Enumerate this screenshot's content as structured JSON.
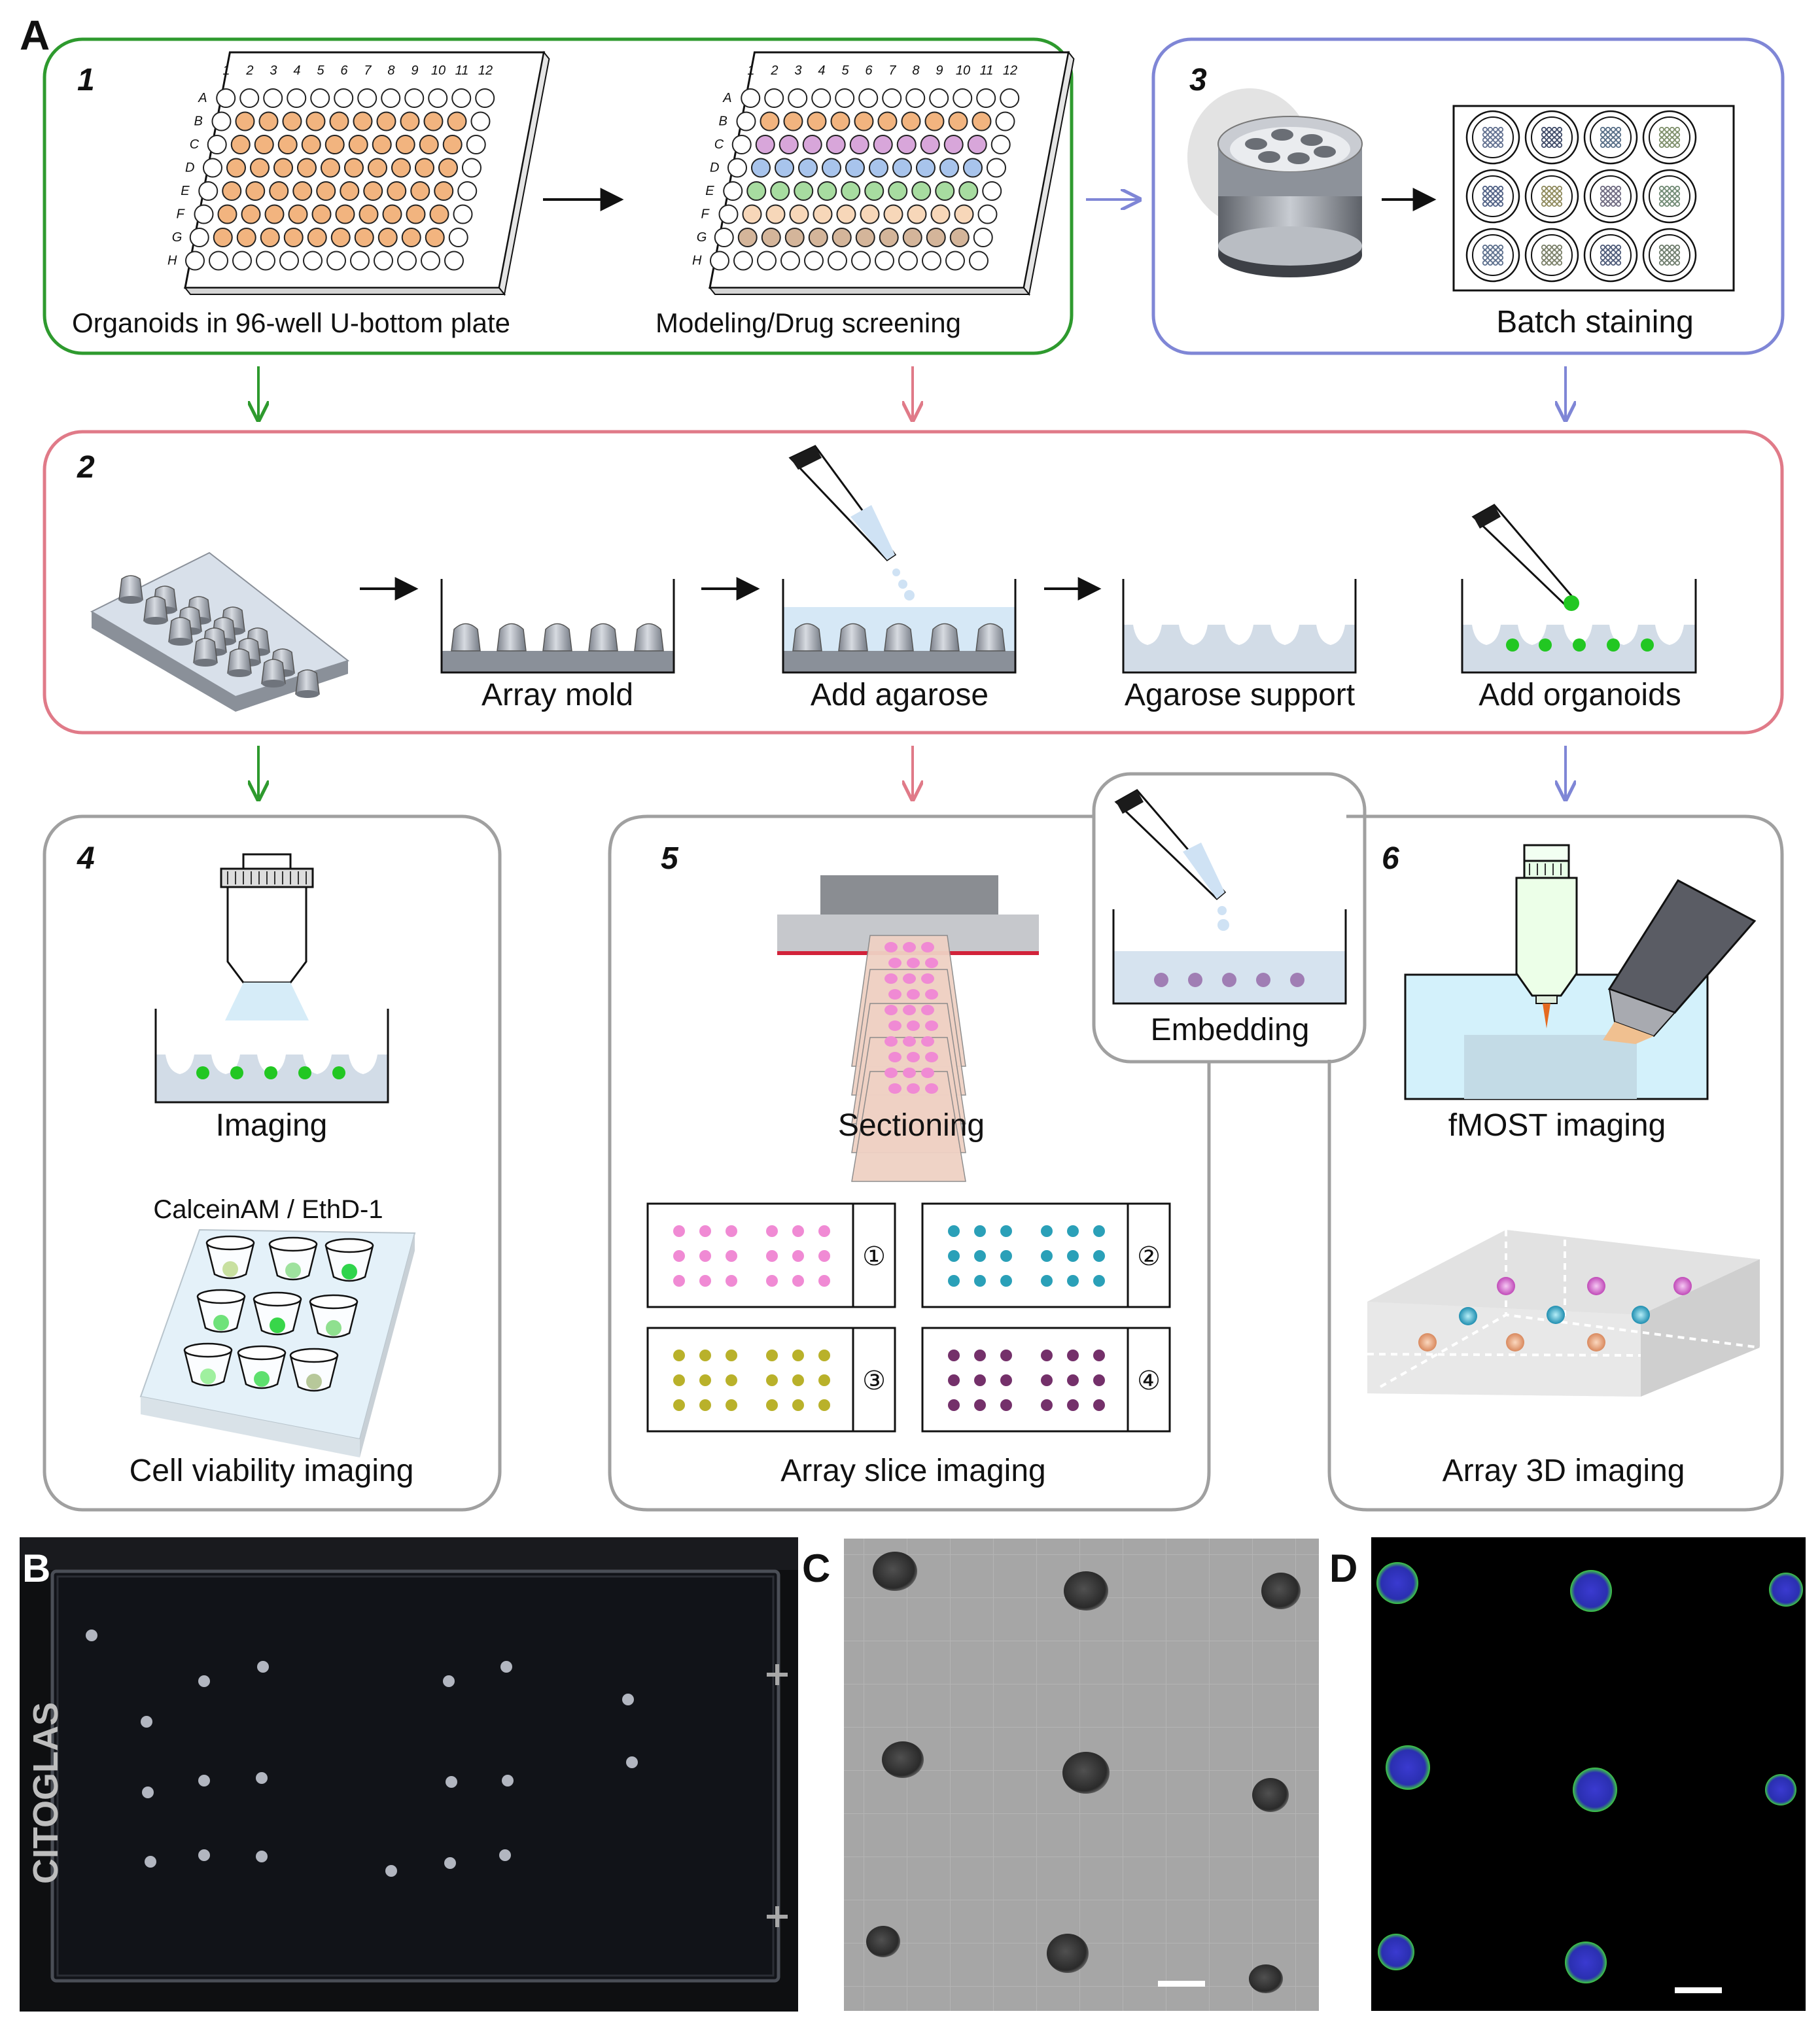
{
  "panel_labels": {
    "a": "A",
    "b": "B",
    "c": "C",
    "d": "D"
  },
  "plate_columns": [
    "1",
    "2",
    "3",
    "4",
    "5",
    "6",
    "7",
    "8",
    "9",
    "10",
    "11",
    "12"
  ],
  "plate_rows": [
    "A",
    "B",
    "C",
    "D",
    "E",
    "F",
    "G",
    "H"
  ],
  "box1": {
    "number": "1",
    "caption_left": "Organoids in 96-well U-bottom plate",
    "caption_right": "Modeling/Drug screening"
  },
  "box3": {
    "number": "3",
    "caption": "Batch staining"
  },
  "box2": {
    "number": "2",
    "step1": "Array mold",
    "step2": "Add agarose",
    "step3": "Agarose support",
    "step4": "Add organoids"
  },
  "box4": {
    "number": "4",
    "label_imaging": "Imaging",
    "stain_label": "CalceinAM / EthD-1",
    "caption": "Cell viability imaging"
  },
  "box5": {
    "number": "5",
    "label_sectioning": "Sectioning",
    "caption": "Array slice imaging",
    "slides": [
      "①",
      "②",
      "③",
      "④"
    ]
  },
  "embedding": {
    "label": "Embedding"
  },
  "box6": {
    "number": "6",
    "label_imaging": "fMOST imaging",
    "caption": "Array 3D imaging"
  },
  "panel_b": {
    "slide_brand": "CITOGLAS"
  },
  "colors": {
    "green_frame": "#2e9a2e",
    "blue_frame": "#7f86d6",
    "red_frame": "#e07a88",
    "gray_frame": "#a0a0a0",
    "well_orange": "#f2b47f",
    "well_purple": "#d8a6da",
    "well_blue": "#a8c4ec",
    "well_green": "#a7dca0",
    "well_peach": "#f7d7b9",
    "well_tan": "#d4b59a",
    "dot_pink": "#f08ad4",
    "dot_cyan": "#2aa0b8",
    "dot_olive": "#b9b12a",
    "dot_purple": "#74306a"
  }
}
